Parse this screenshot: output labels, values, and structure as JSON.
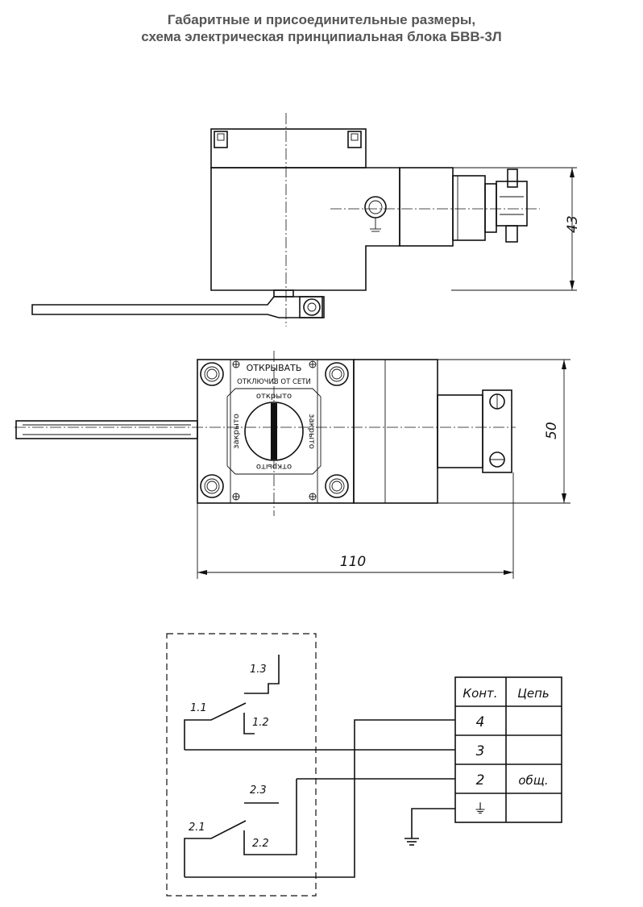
{
  "title": {
    "line1": "Габаритные и присоединительные размеры,",
    "line2": "схема электрическая принципиальная блока БВВ-3Л"
  },
  "front_view": {
    "label_top": "ОТКРЫВАТЬ",
    "label_sub": "ОТКЛЮЧИВ ОТ СЕТИ",
    "dial_top": "открыто",
    "dial_bottom": "открыто",
    "dial_left": "закрыто",
    "dial_right": "закрыто"
  },
  "dimensions": {
    "height_side": "43",
    "height_front": "50",
    "width_front": "110"
  },
  "schematic": {
    "contacts": [
      "1.3",
      "1.1",
      "1.2",
      "2.3",
      "2.1",
      "2.2"
    ],
    "table": {
      "headers": [
        "Конт.",
        "Цепь"
      ],
      "rows": [
        {
          "cont": "4",
          "circuit": ""
        },
        {
          "cont": "3",
          "circuit": ""
        },
        {
          "cont": "2",
          "circuit": "общ."
        },
        {
          "cont": "⏚",
          "circuit": ""
        }
      ]
    }
  }
}
